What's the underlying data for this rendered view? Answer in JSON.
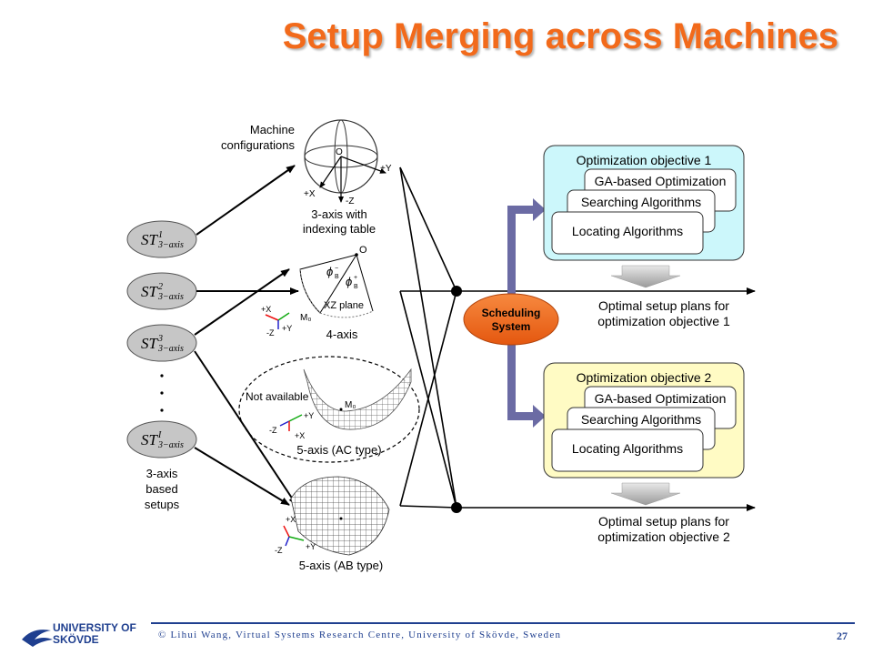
{
  "title": "Setup Merging across Machines",
  "machine_label_line1": "Machine",
  "machine_label_line2": "configurations",
  "setups": [
    {
      "base": "ST",
      "sup": "1",
      "sub": "3−axis"
    },
    {
      "base": "ST",
      "sup": "2",
      "sub": "3−axis"
    },
    {
      "base": "ST",
      "sup": "3",
      "sub": "3−axis"
    },
    {
      "base": "ST",
      "sup": "I",
      "sub": "3−axis"
    }
  ],
  "setups_label": [
    "3-axis",
    "based",
    "setups"
  ],
  "machines": {
    "m1": {
      "label1": "3-axis with",
      "label2": "indexing table",
      "o": "O",
      "px": "+X",
      "py": "+Y",
      "mz": "-Z"
    },
    "m2": {
      "label": "4-axis",
      "o": "O",
      "plane": "XZ plane",
      "m0": "M₀",
      "px": "+X",
      "mz": "-Z",
      "py": "+Y",
      "phi1": "ϕ",
      "phi1_sub": "B",
      "phi1_sup": "−",
      "phi2": "ϕ",
      "phi2_sub": "B",
      "phi2_sup": "+"
    },
    "m3": {
      "label": "5-axis (AC type)",
      "na": "Not available",
      "m0": "M₀",
      "py": "+Y",
      "mz": "-Z",
      "px": "+X"
    },
    "m4": {
      "label": "5-axis (AB type)",
      "px": "+X",
      "mz": "-Z",
      "py": "+Y"
    }
  },
  "scheduling": {
    "line1": "Scheduling",
    "line2": "System"
  },
  "obj1": {
    "title": "Optimization objective 1",
    "ga": "GA-based Optimization",
    "search": "Searching Algorithms",
    "locate": "Locating Algorithms",
    "color": "#ccf7fb"
  },
  "obj2": {
    "title": "Optimization objective 2",
    "ga": "GA-based Optimization",
    "search": "Searching Algorithms",
    "locate": "Locating Algorithms",
    "color": "#fffbc4"
  },
  "out1": {
    "line1": "Optimal setup plans for",
    "line2": "optimization objective 1"
  },
  "out2": {
    "line1": "Optimal setup plans for",
    "line2": "optimization objective 2"
  },
  "footer": "© Lihui Wang, Virtual Systems Research Centre, University of Skövde, Sweden",
  "page_number": "27",
  "logo": {
    "line1": "UNIVERSITY OF",
    "line2": "SKÖVDE"
  },
  "colors": {
    "title": "#f26a1b",
    "scheduling": "#f06a1e",
    "arrow_purple": "#6b6ba4",
    "footer": "#1f3f8f"
  }
}
